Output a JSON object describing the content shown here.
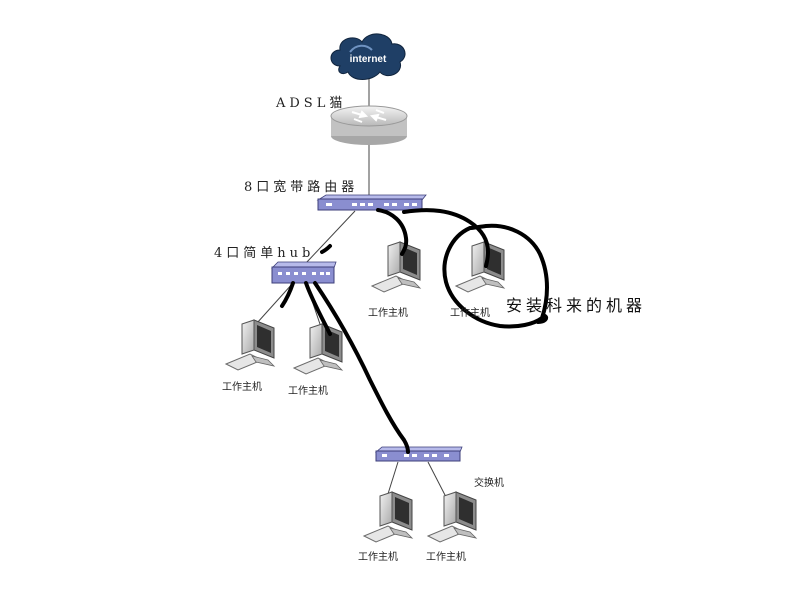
{
  "cloud": {
    "label": "internet"
  },
  "labels": {
    "modem": "ADSL猫",
    "router": "8口宽带路由器",
    "hub": "4口简单hub",
    "switch": "交换机",
    "annotation": "安装科来的机器"
  },
  "workstations": {
    "router_pc_1": "工作主机",
    "router_pc_2": "工作主机",
    "hub_pc_1": "工作主机",
    "hub_pc_2": "工作主机",
    "switch_pc_1": "工作主机",
    "switch_pc_2": "工作主机"
  },
  "colors": {
    "cloud": "#1f3f66",
    "device": "#7d80c6",
    "router_body": "#d8d8d8",
    "annotation_ink": "#000000"
  }
}
